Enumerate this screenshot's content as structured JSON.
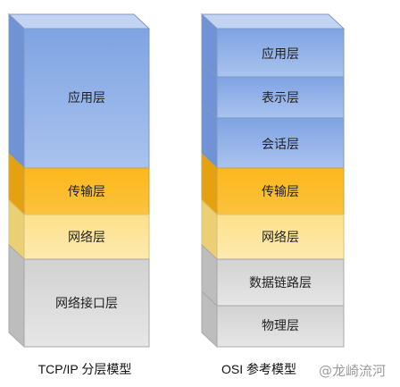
{
  "tcpip_stack": {
    "layers": [
      {
        "label": "应用层"
      },
      {
        "label": "传输层"
      },
      {
        "label": "网络层"
      },
      {
        "label": "网络接口层"
      }
    ],
    "caption": "TCP/IP 分层模型"
  },
  "osi_stack": {
    "layers": [
      {
        "label": "应用层"
      },
      {
        "label": "表示层"
      },
      {
        "label": "会话层"
      },
      {
        "label": "传输层"
      },
      {
        "label": "网络层"
      },
      {
        "label": "数据链路层"
      },
      {
        "label": "物理层"
      }
    ],
    "caption": "OSI 参考模型"
  },
  "watermark": "@龙崎流河",
  "colors": {
    "blue_front": "#8fb0e6",
    "blue_side": "#6f93d4",
    "blue_top": "#b9cdf0",
    "orange_front": "#fdb71c",
    "orange_side": "#e6a110",
    "yellow_front": "#fde59a",
    "yellow_side": "#ebcf74",
    "gray_front": "#dcdcdc",
    "gray_side": "#bdbdbd"
  }
}
